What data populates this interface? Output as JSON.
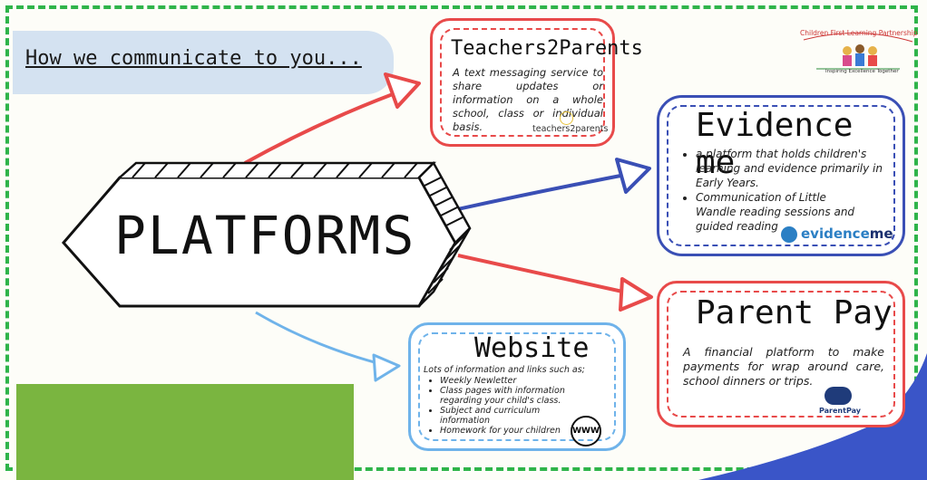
{
  "heading": "How we communicate to you...",
  "center_label": "PLATFORMS",
  "logo": {
    "name": "Children First Learning Partnership",
    "tagline": "Inspiring Excellence Together"
  },
  "teachers2parents": {
    "title": "Teachers2Parents",
    "text": "A text messaging service to share updates or information on a whole school, class or individual basis.",
    "brand": "teachers2parents"
  },
  "evidence_me": {
    "title": "Evidence me",
    "items": [
      "a platform that holds children's learning and evidence primarily in Early Years.",
      "Communication of Little Wandle reading sessions and guided reading"
    ],
    "brand_prefix": "evidence",
    "brand_suffix": "me"
  },
  "website": {
    "title": "Website",
    "intro": "Lots of information and links such as;",
    "items": [
      "Weekly Newletter",
      "Class pages with  information regarding your child's class.",
      "Subject and curriculum information",
      "Homework for your children"
    ],
    "www": "WWW"
  },
  "parent_pay": {
    "title": "Parent Pay",
    "text": "A financial platform to make payments for wrap around care, school dinners or trips.",
    "brand": "ParentPay"
  },
  "colors": {
    "border_green": "#2fb44a",
    "red": "#e84a4a",
    "blue": "#3a4fb5",
    "light_blue": "#6fb3ea",
    "green_block": "#7ab540"
  }
}
